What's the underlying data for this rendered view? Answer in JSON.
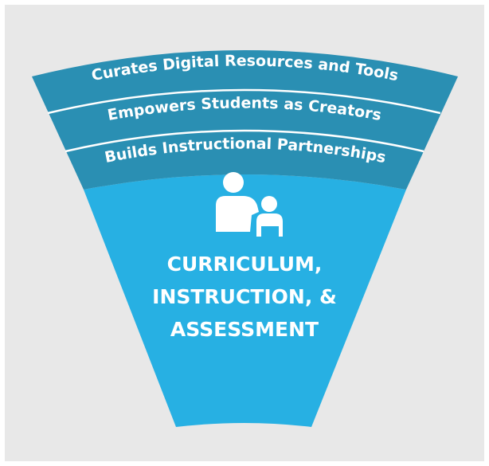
{
  "colors": {
    "page_background": "#ffffff",
    "panel_background": "#e8e8e8",
    "band_color": "#2a8fb3",
    "core_color": "#27b0e3",
    "divider_color": "#ffffff",
    "text_color": "#ffffff"
  },
  "bands": [
    {
      "label": "Curates Digital Resources and Tools"
    },
    {
      "label": "Empowers Students as Creators"
    },
    {
      "label": "Builds Instructional Partnerships"
    }
  ],
  "core": {
    "icon": "teacher-and-student-icon",
    "lines": [
      "CURRICULUM,",
      "INSTRUCTION, &",
      "ASSESSMENT"
    ]
  }
}
